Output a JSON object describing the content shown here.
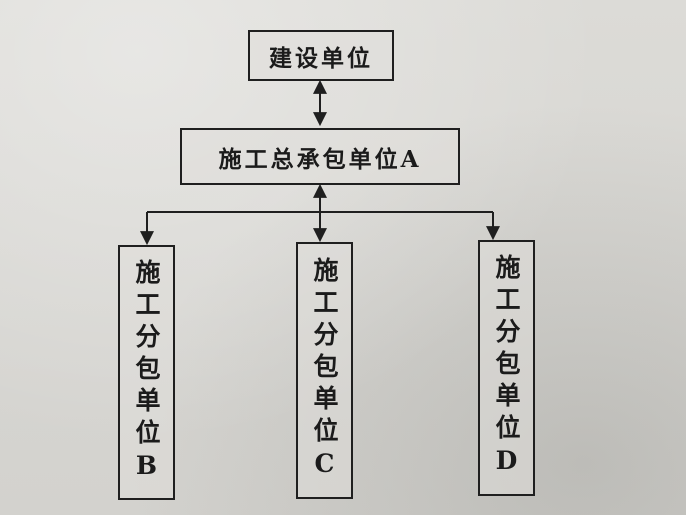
{
  "diagram": {
    "top": {
      "label": "建设单位"
    },
    "middle": {
      "label": "施工总承包单位A"
    },
    "children": [
      {
        "label": "施工分包单位B"
      },
      {
        "label": "施工分包单位C"
      },
      {
        "label": "施工分包单位D"
      }
    ]
  },
  "colors": {
    "ink": "#1f1f1f",
    "paper": "#d9d8d4"
  }
}
